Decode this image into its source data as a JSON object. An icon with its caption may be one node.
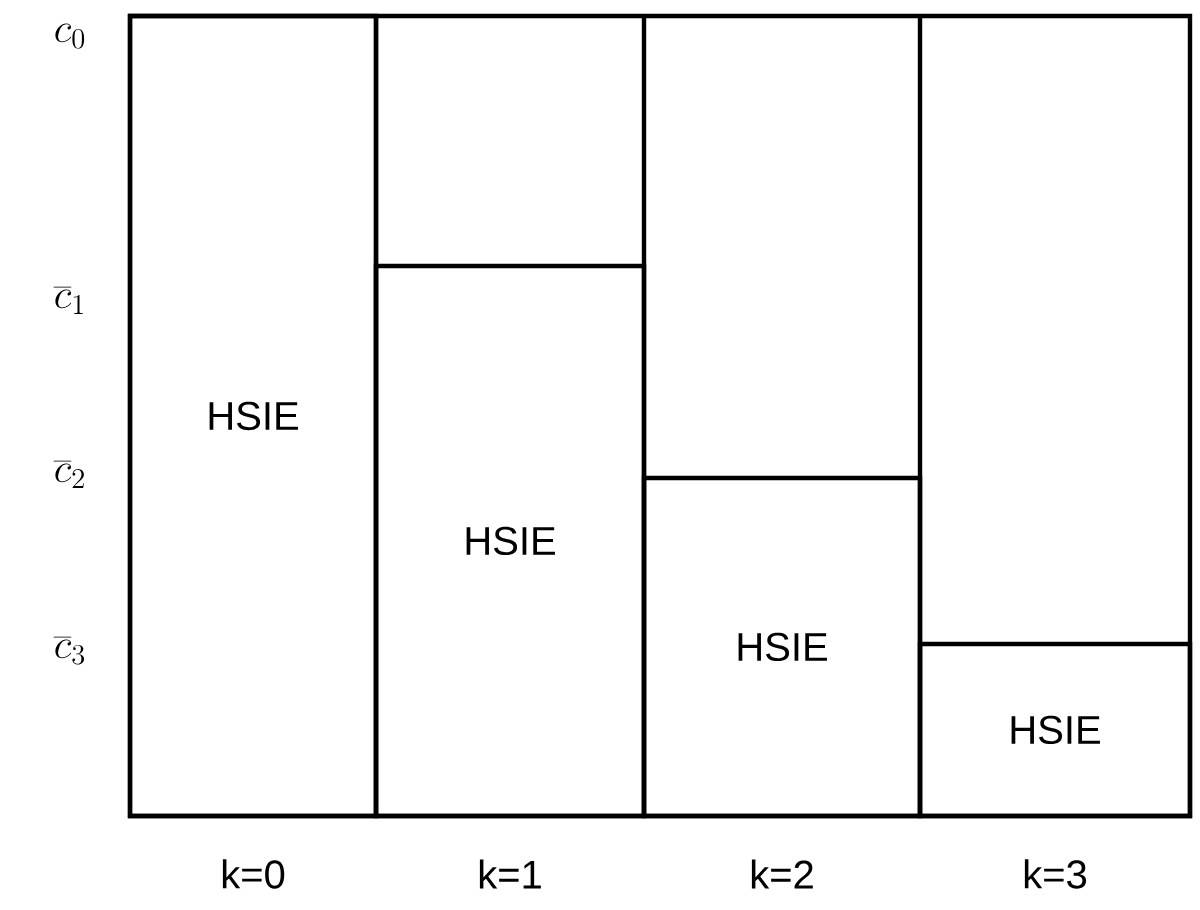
{
  "diagram": {
    "nodes": [
      {
        "text": [
          "HSIE"
        ]
      },
      {
        "text": [
          "HSIE"
        ]
      },
      {
        "text": [
          "HSIE"
        ]
      },
      {
        "text": [
          "HSIE"
        ]
      }
    ],
    "labels": [
      "c_0",
      "\\overline{c}_1",
      "\\overline{c}_2",
      "\\overline{c}_3",
      "k=0",
      "k=1",
      "k=2",
      "k=3"
    ]
  }
}
